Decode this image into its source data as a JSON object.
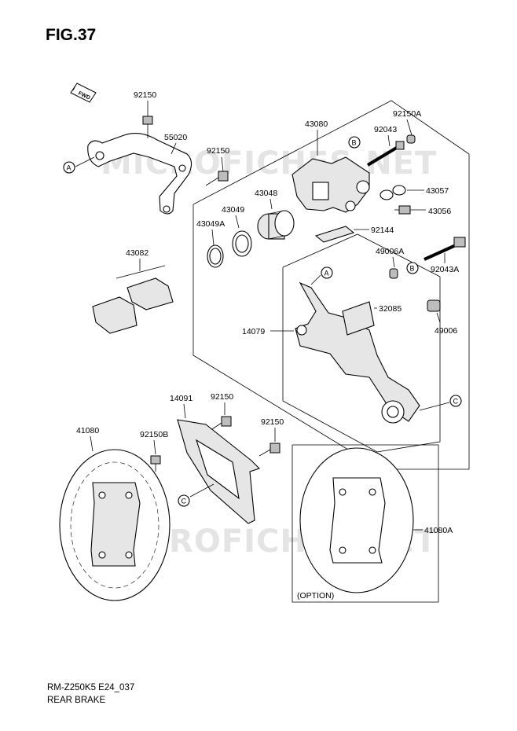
{
  "figure": {
    "title": "FIG.37",
    "code": "RM-Z250K5 E24_037",
    "name": "REAR BRAKE",
    "fwd_label": "FWD",
    "option_label": "(OPTION)"
  },
  "watermark": {
    "text_top": "MICROFICHES.NET",
    "text_bottom": "MICROFICHES.NET"
  },
  "parts": {
    "p92150_bracket": "92150",
    "p55020": "55020",
    "p92150_caliper": "92150",
    "p43082": "43082",
    "p43080": "43080",
    "p92150A": "92150A",
    "p92043": "92043",
    "p43057": "43057",
    "p43056": "43056",
    "p43048": "43048",
    "p43049": "43049",
    "p43049A": "43049A",
    "p92144": "92144",
    "p49006A": "49006A",
    "p92043A": "92043A",
    "p32085": "32085",
    "p14079": "14079",
    "p49006": "49006",
    "p14091": "14091",
    "p92150_guard1": "92150",
    "p92150_guard2": "92150",
    "p41080": "41080",
    "p92150B": "92150B",
    "p41080A": "41080A"
  },
  "refs": {
    "a1": "A",
    "a2": "A",
    "b1": "B",
    "b2": "B",
    "c1": "C",
    "c2": "C"
  }
}
